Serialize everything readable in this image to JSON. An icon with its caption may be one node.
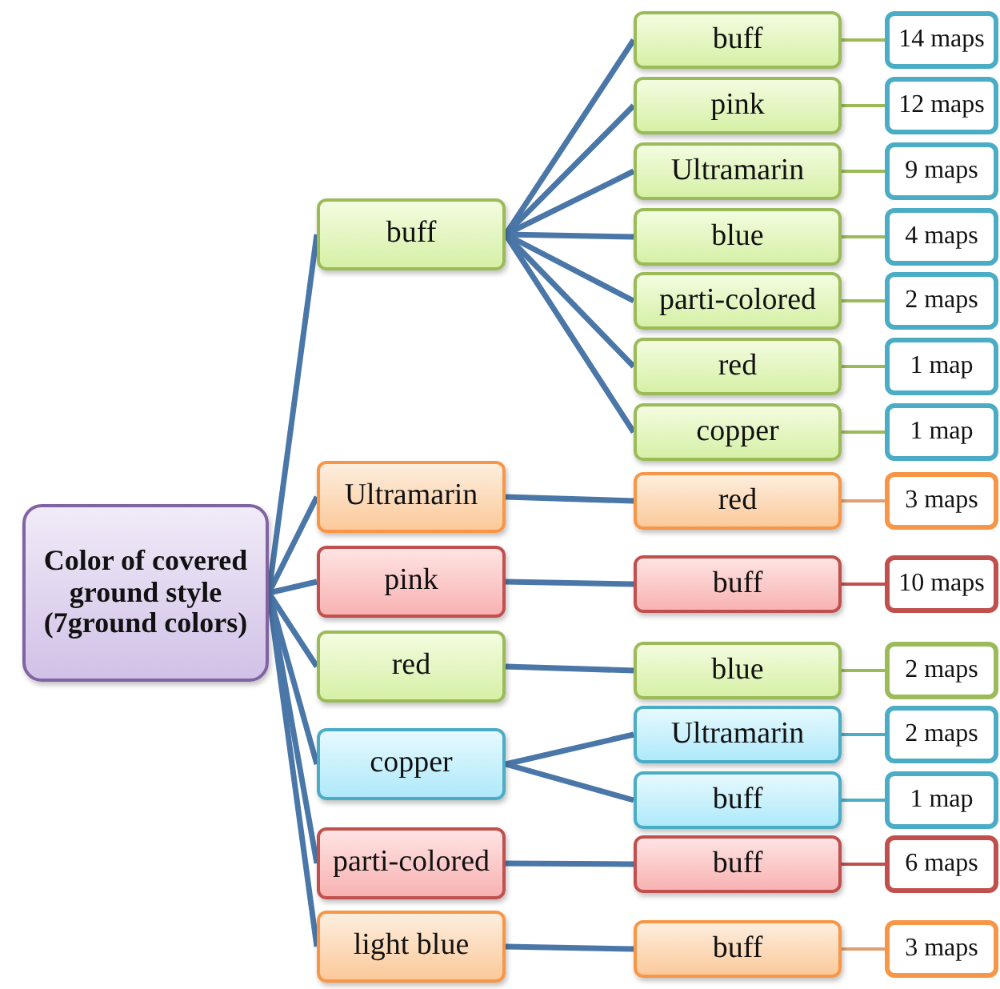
{
  "diagram": {
    "nodes": [
      {
        "text": [
          "Color of covered ground style (7ground colors)"
        ]
      },
      {
        "text": [
          "buff"
        ]
      },
      {
        "text": [
          "Ultramarin"
        ]
      },
      {
        "text": [
          "pink"
        ]
      },
      {
        "text": [
          "red"
        ]
      },
      {
        "text": [
          "copper"
        ]
      },
      {
        "text": [
          "parti-colored"
        ]
      },
      {
        "text": [
          "light blue"
        ]
      },
      {
        "text": [
          "buff"
        ]
      },
      {
        "text": [
          "pink"
        ]
      },
      {
        "text": [
          "Ultramarin"
        ]
      },
      {
        "text": [
          "blue"
        ]
      },
      {
        "text": [
          "parti-colored"
        ]
      },
      {
        "text": [
          "red"
        ]
      },
      {
        "text": [
          "copper"
        ]
      },
      {
        "text": [
          "red"
        ]
      },
      {
        "text": [
          "buff"
        ]
      },
      {
        "text": [
          "blue"
        ]
      },
      {
        "text": [
          "Ultramarin"
        ]
      },
      {
        "text": [
          "buff"
        ]
      },
      {
        "text": [
          "buff"
        ]
      },
      {
        "text": [
          "buff"
        ]
      },
      {
        "text": [
          "14 maps"
        ]
      },
      {
        "text": [
          "12 maps"
        ]
      },
      {
        "text": [
          "9 maps"
        ]
      },
      {
        "text": [
          "4 maps"
        ]
      },
      {
        "text": [
          "2 maps"
        ]
      },
      {
        "text": [
          "1 map"
        ]
      },
      {
        "text": [
          "1 map"
        ]
      },
      {
        "text": [
          "3 maps"
        ]
      },
      {
        "text": [
          "10 maps"
        ]
      },
      {
        "text": [
          "2 maps"
        ]
      },
      {
        "text": [
          "2 maps"
        ]
      },
      {
        "text": [
          "1 map"
        ]
      },
      {
        "text": [
          "6 maps"
        ]
      },
      {
        "text": [
          "3 maps"
        ]
      }
    ],
    "edges": [
      {
        "from": 0,
        "to": 1,
        "arrow": "none"
      },
      {
        "from": 0,
        "to": 2,
        "arrow": "none"
      },
      {
        "from": 0,
        "to": 3,
        "arrow": "none"
      },
      {
        "from": 0,
        "to": 4,
        "arrow": "none"
      },
      {
        "from": 0,
        "to": 5,
        "arrow": "none"
      },
      {
        "from": 0,
        "to": 6,
        "arrow": "none"
      },
      {
        "from": 0,
        "to": 7,
        "arrow": "none"
      },
      {
        "from": 1,
        "to": 8,
        "arrow": "none"
      },
      {
        "from": 1,
        "to": 9,
        "arrow": "none"
      },
      {
        "from": 1,
        "to": 10,
        "arrow": "none"
      },
      {
        "from": 1,
        "to": 11,
        "arrow": "none"
      },
      {
        "from": 1,
        "to": 12,
        "arrow": "none"
      },
      {
        "from": 1,
        "to": 13,
        "arrow": "none"
      },
      {
        "from": 1,
        "to": 14,
        "arrow": "none"
      },
      {
        "from": 2,
        "to": 15,
        "arrow": "none"
      },
      {
        "from": 3,
        "to": 16,
        "arrow": "none"
      },
      {
        "from": 4,
        "to": 17,
        "arrow": "none"
      },
      {
        "from": 5,
        "to": 18,
        "arrow": "none"
      },
      {
        "from": 5,
        "to": 19,
        "arrow": "none"
      },
      {
        "from": 6,
        "to": 20,
        "arrow": "none"
      },
      {
        "from": 7,
        "to": 21,
        "arrow": "none"
      },
      {
        "from": 8,
        "to": 22,
        "arrow": "none",
        "color": "#9bbb59"
      },
      {
        "from": 9,
        "to": 23,
        "arrow": "none",
        "color": "#9bbb59"
      },
      {
        "from": 10,
        "to": 24,
        "arrow": "none",
        "color": "#9bbb59"
      },
      {
        "from": 11,
        "to": 25,
        "arrow": "none",
        "color": "#9bbb59"
      },
      {
        "from": 12,
        "to": 26,
        "arrow": "none",
        "color": "#9bbb59"
      },
      {
        "from": 13,
        "to": 27,
        "arrow": "none",
        "color": "#9bbb59"
      },
      {
        "from": 14,
        "to": 28,
        "arrow": "none",
        "color": "#9bbb59"
      },
      {
        "from": 15,
        "to": 29,
        "arrow": "none",
        "color": "#e0a070"
      },
      {
        "from": 16,
        "to": 30,
        "arrow": "none",
        "color": "#c0504d"
      },
      {
        "from": 17,
        "to": 31,
        "arrow": "none",
        "color": "#9bbb59"
      },
      {
        "from": 18,
        "to": 32,
        "arrow": "none",
        "color": "#4bacc6"
      },
      {
        "from": 19,
        "to": 33,
        "arrow": "none",
        "color": "#4bacc6"
      },
      {
        "from": 20,
        "to": 34,
        "arrow": "none",
        "color": "#c0504d"
      },
      {
        "from": 21,
        "to": 35,
        "arrow": "none",
        "color": "#e0a070"
      }
    ]
  }
}
